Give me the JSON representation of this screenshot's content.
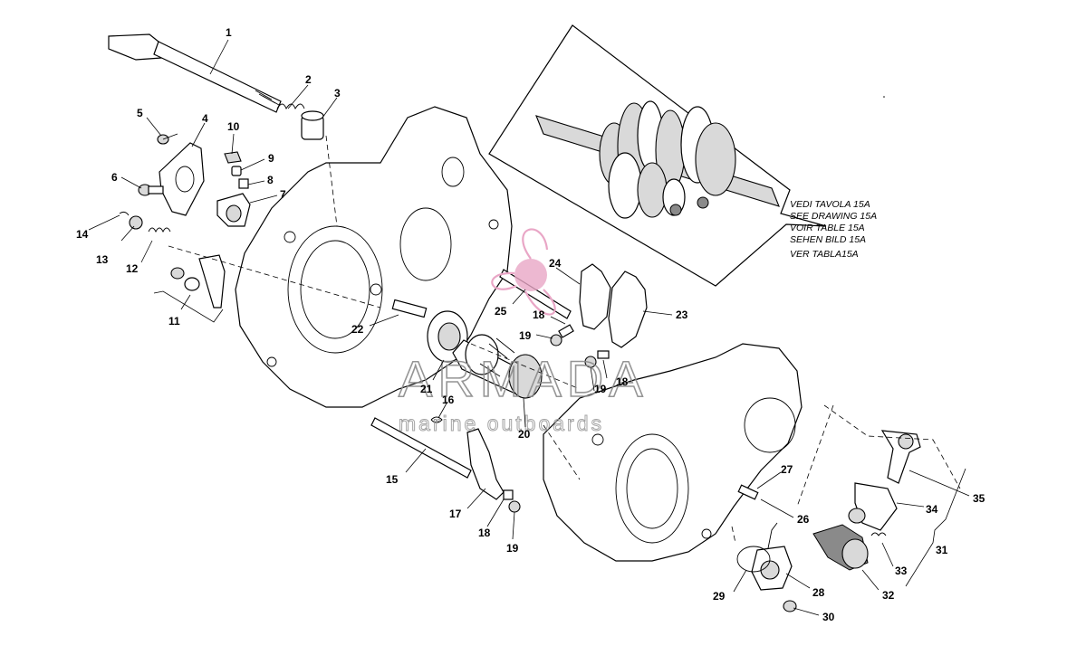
{
  "labels": [
    "1",
    "2",
    "3",
    "4",
    "5",
    "6",
    "7",
    "8",
    "9",
    "10",
    "11",
    "12",
    "13",
    "14",
    "15",
    "16",
    "17",
    "18",
    "18",
    "18",
    "19",
    "19",
    "19",
    "20",
    "21",
    "22",
    "23",
    "24",
    "25",
    "26",
    "27",
    "28",
    "29",
    "30",
    "31",
    "32",
    "33",
    "34",
    "35"
  ],
  "reference_box": {
    "lines": [
      "VEDI TAVOLA 15A",
      "SEE DRAWING 15A",
      "VOIR TABLE 15A",
      "SEHEN BILD 15A",
      "VER TABLA15A"
    ]
  },
  "watermark": {
    "brand": "ARMADA",
    "tagline": "marine outboards",
    "logo_color": "#e9a6c6"
  }
}
